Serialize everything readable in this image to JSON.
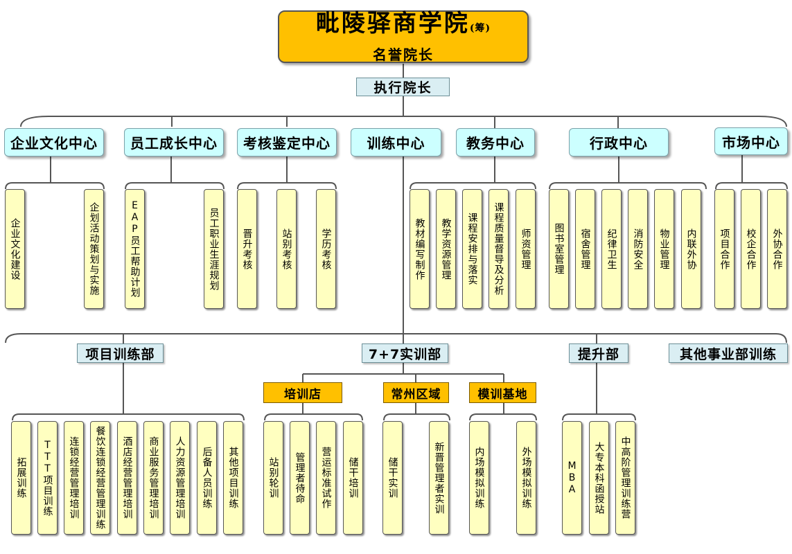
{
  "root": {
    "title": "毗陵驿商学院",
    "suffix": "(筹)",
    "subtitle": "名誉院长"
  },
  "executive": "执行院长",
  "centers": [
    {
      "label": "企业文化中心",
      "items": [
        "企业文化建设",
        "企划活动策划与实施"
      ]
    },
    {
      "label": "员工成长中心",
      "items": [
        "EAP员工帮助计划",
        "员工职业生涯规划"
      ]
    },
    {
      "label": "考核鉴定中心",
      "items": [
        "晋升考核",
        "站别考核",
        "学历考核"
      ]
    },
    {
      "label": "训练中心",
      "items": []
    },
    {
      "label": "教务中心",
      "items": [
        "教材编写制作",
        "教学资源管理",
        "课程安排与落实",
        "课程质量督导及分析",
        "师资管理"
      ]
    },
    {
      "label": "行政中心",
      "items": [
        "图书室管理",
        "宿舍管理",
        "纪律卫生",
        "消防安全",
        "物业管理",
        "内联外协"
      ]
    },
    {
      "label": "市场中心",
      "items": [
        "项目合作",
        "校企合作",
        "外协合作"
      ]
    }
  ],
  "training_departments": [
    {
      "label": "项目训练部",
      "items": [
        "拓展训练",
        "TTT项目训练",
        "连锁经营管理培训",
        "餐饮连锁经营管理训练",
        "酒店经营管理培训",
        "商业服务管理培训",
        "人力资源管理培训",
        "后备人员训练",
        "其他项目训练"
      ]
    },
    {
      "label": "7+7实训部",
      "items": []
    },
    {
      "label": "提升部",
      "items": [
        "MBA",
        "大专本科函授站",
        "中高阶管理训练营"
      ]
    },
    {
      "label": "其他事业部训练",
      "items": []
    }
  ],
  "practical_hubs": [
    {
      "label": "培训店",
      "items": [
        "站别轮训",
        "管理者待命",
        "营运标准试作",
        "储干培训"
      ]
    },
    {
      "label": "常州区域",
      "items": [
        "储干实训",
        "新晋管理者实训"
      ]
    },
    {
      "label": "模训基地",
      "items": [
        "内场模拟训练",
        "外场模拟训练"
      ]
    }
  ],
  "colors": {
    "root": "#ffc000",
    "center": "#ccffff",
    "dept": "#daeef3",
    "hub": "#ffc000",
    "leaf": "#ffffc0",
    "line": "#555555"
  }
}
